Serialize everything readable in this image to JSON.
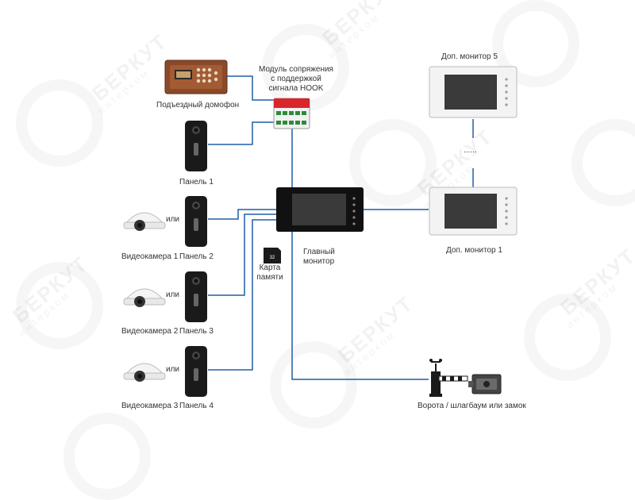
{
  "watermark": {
    "brand": "БЕРКУТ",
    "sub": "интерком"
  },
  "devices": {
    "entrance_intercom": "Подъездный домофон",
    "hook_module": "Модуль сопряжения\nс поддержкой\nсигнала HOOK",
    "hook_module_lines": [
      "Модуль сопряжения",
      "с поддержкой",
      "сигнала HOOK"
    ],
    "panel1": "Панель 1",
    "camera1": "Видеокамера 1",
    "panel2": "Панель 2",
    "camera2": "Видеокамера 2",
    "panel3": "Панель 3",
    "camera3": "Видеокамера 3",
    "panel4": "Панель 4",
    "or_label": "или",
    "memory_card_lines": [
      "Карта",
      "памяти"
    ],
    "main_monitor_lines": [
      "Главный",
      "монитор"
    ],
    "ext_monitor5": "Доп. монитор 5",
    "ext_monitor1": "Доп. монитор 1",
    "dots": "......",
    "gate_lock": "Ворота / шлагбаум или замок",
    "sd_capacity": "32"
  },
  "colors": {
    "wire": "#1f5fa8",
    "panel_body": "#1a1a1a",
    "monitor_white": "#eeeeee",
    "module_red": "#d9262c"
  }
}
